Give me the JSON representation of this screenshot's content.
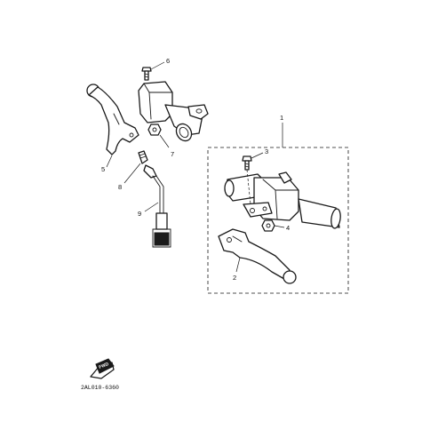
{
  "diagram": {
    "callouts": {
      "c1": "1",
      "c2": "2",
      "c3": "3",
      "c4": "4",
      "c5": "5",
      "c6": "6",
      "c7": "7",
      "c8": "8",
      "c9": "9"
    },
    "fwd_label": "FWD",
    "diagram_code": "2AL010-6360"
  }
}
